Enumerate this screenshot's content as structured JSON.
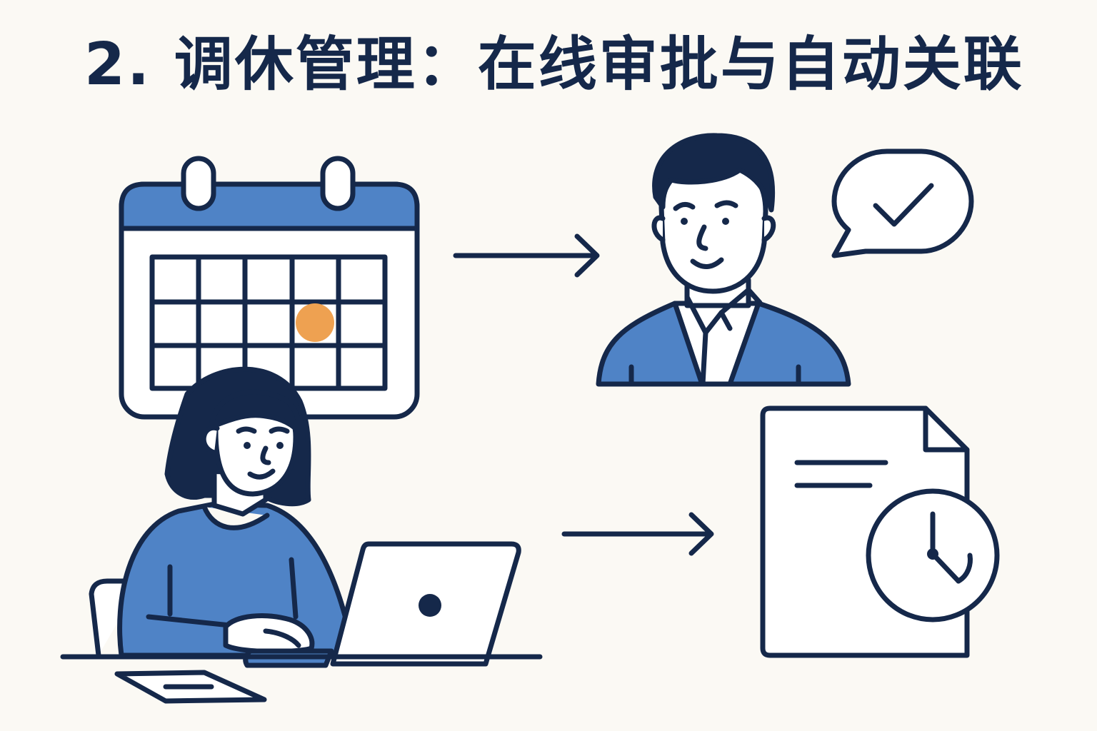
{
  "title": "2. 调休管理：在线审批与自动关联",
  "colors": {
    "ink": "#15284a",
    "accent_blue": "#4f83c6",
    "highlight_orange": "#eea151",
    "background": "#fbf9f4",
    "paper": "#ffffff"
  },
  "icons": {
    "calendar": "calendar-icon",
    "selected_day": "selected-day-marker",
    "employee": "employee-at-laptop",
    "manager": "manager-avatar",
    "approval": "check-speech-bubble-icon",
    "record": "document-with-clock-icon"
  },
  "flow": [
    {
      "from": "calendar-icon",
      "to": "manager-avatar"
    },
    {
      "from": "employee-at-laptop",
      "to": "document-with-clock-icon"
    }
  ]
}
